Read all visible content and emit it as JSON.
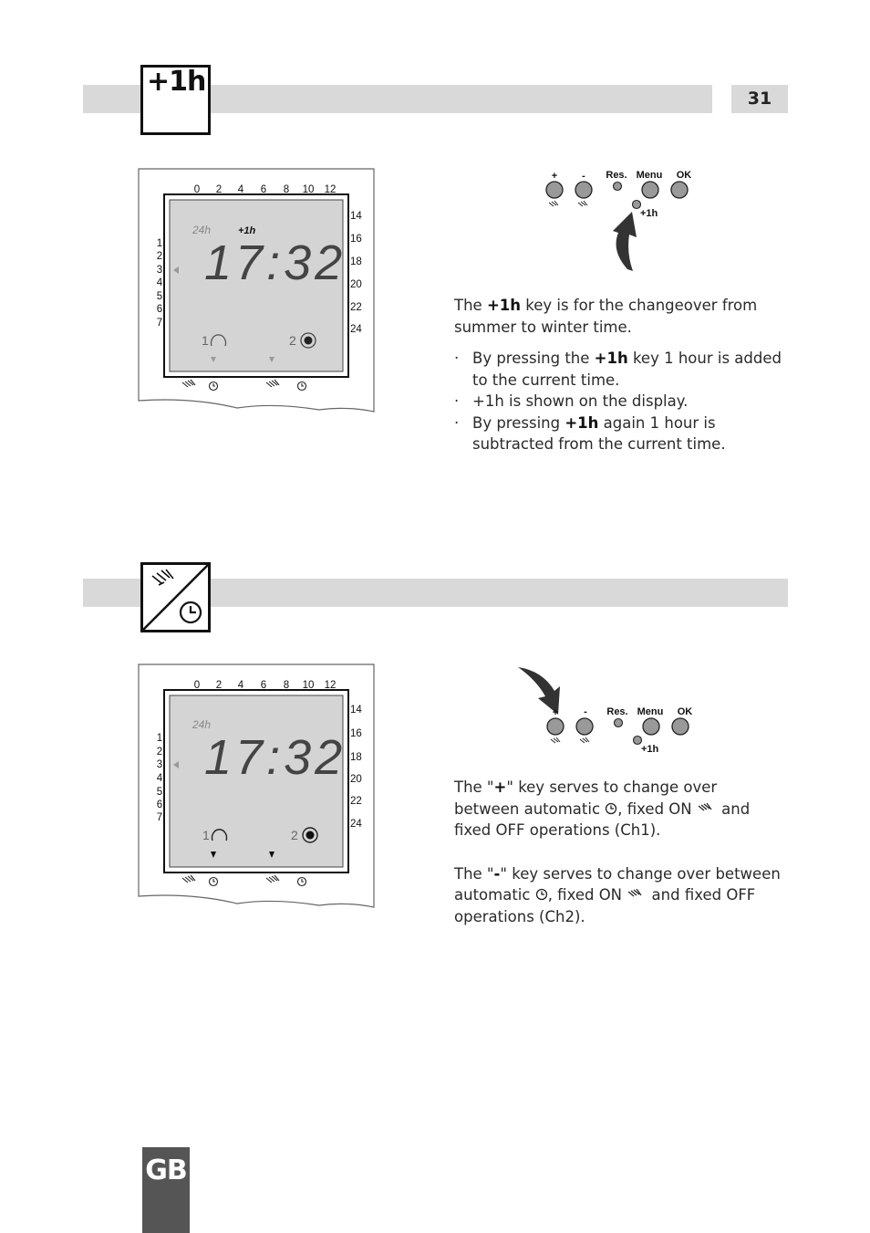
{
  "header": {
    "section_title": "+1h",
    "page_number": "31"
  },
  "section1": {
    "keypad": {
      "labels": [
        "+",
        "-",
        "Res.",
        "Menu",
        "OK"
      ],
      "sub_label": "+1h"
    },
    "display": {
      "top_scale": [
        "0",
        "2",
        "4",
        "6",
        "8",
        "10",
        "12"
      ],
      "right_scale": [
        "14",
        "16",
        "18",
        "20",
        "22",
        "24"
      ],
      "left_days": [
        "1",
        "2",
        "3",
        "4",
        "5",
        "6",
        "7"
      ],
      "mode": "24h",
      "indicator": "+1h",
      "time": "17:32",
      "channel1": "1",
      "channel2": "2"
    },
    "intro_pre": "The ",
    "intro_key": "+1h",
    "intro_post": " key is for the changeover from summer to winter time.",
    "bullet1_pre": "By pressing the ",
    "bullet1_key": "+1h",
    "bullet1_post": " key 1 hour is added to the current time.",
    "bullet2": "+1h is shown on the display.",
    "bullet3_pre": "By pressing ",
    "bullet3_key": "+1h",
    "bullet3_post": " again 1 hour is subtracted from the current time."
  },
  "section2": {
    "keypad": {
      "labels": [
        "+",
        "-",
        "Res.",
        "Menu",
        "OK"
      ],
      "sub_label": "+1h"
    },
    "display": {
      "top_scale": [
        "0",
        "2",
        "4",
        "6",
        "8",
        "10",
        "12"
      ],
      "right_scale": [
        "14",
        "16",
        "18",
        "20",
        "22",
        "24"
      ],
      "left_days": [
        "1",
        "2",
        "3",
        "4",
        "5",
        "6",
        "7"
      ],
      "mode": "24h",
      "time": "17:32",
      "channel1": "1",
      "channel2": "2"
    },
    "p1_a": "The \"",
    "p1_key": "+",
    "p1_b": "\" key serves to change over between automatic ",
    "p1_c": ", fixed ON ",
    "p1_d": " and fixed OFF operations (Ch1).",
    "p2_a": "The \"",
    "p2_key": "-",
    "p2_b": "\" key serves to change over between automatic ",
    "p2_c": ", fixed ON ",
    "p2_d": " and fixed OFF operations (Ch2)."
  },
  "footer": {
    "language_tab": "GB"
  },
  "colors": {
    "bar": "#d9d9d9",
    "lcd": "#d4d4d4",
    "tab": "#555555"
  }
}
